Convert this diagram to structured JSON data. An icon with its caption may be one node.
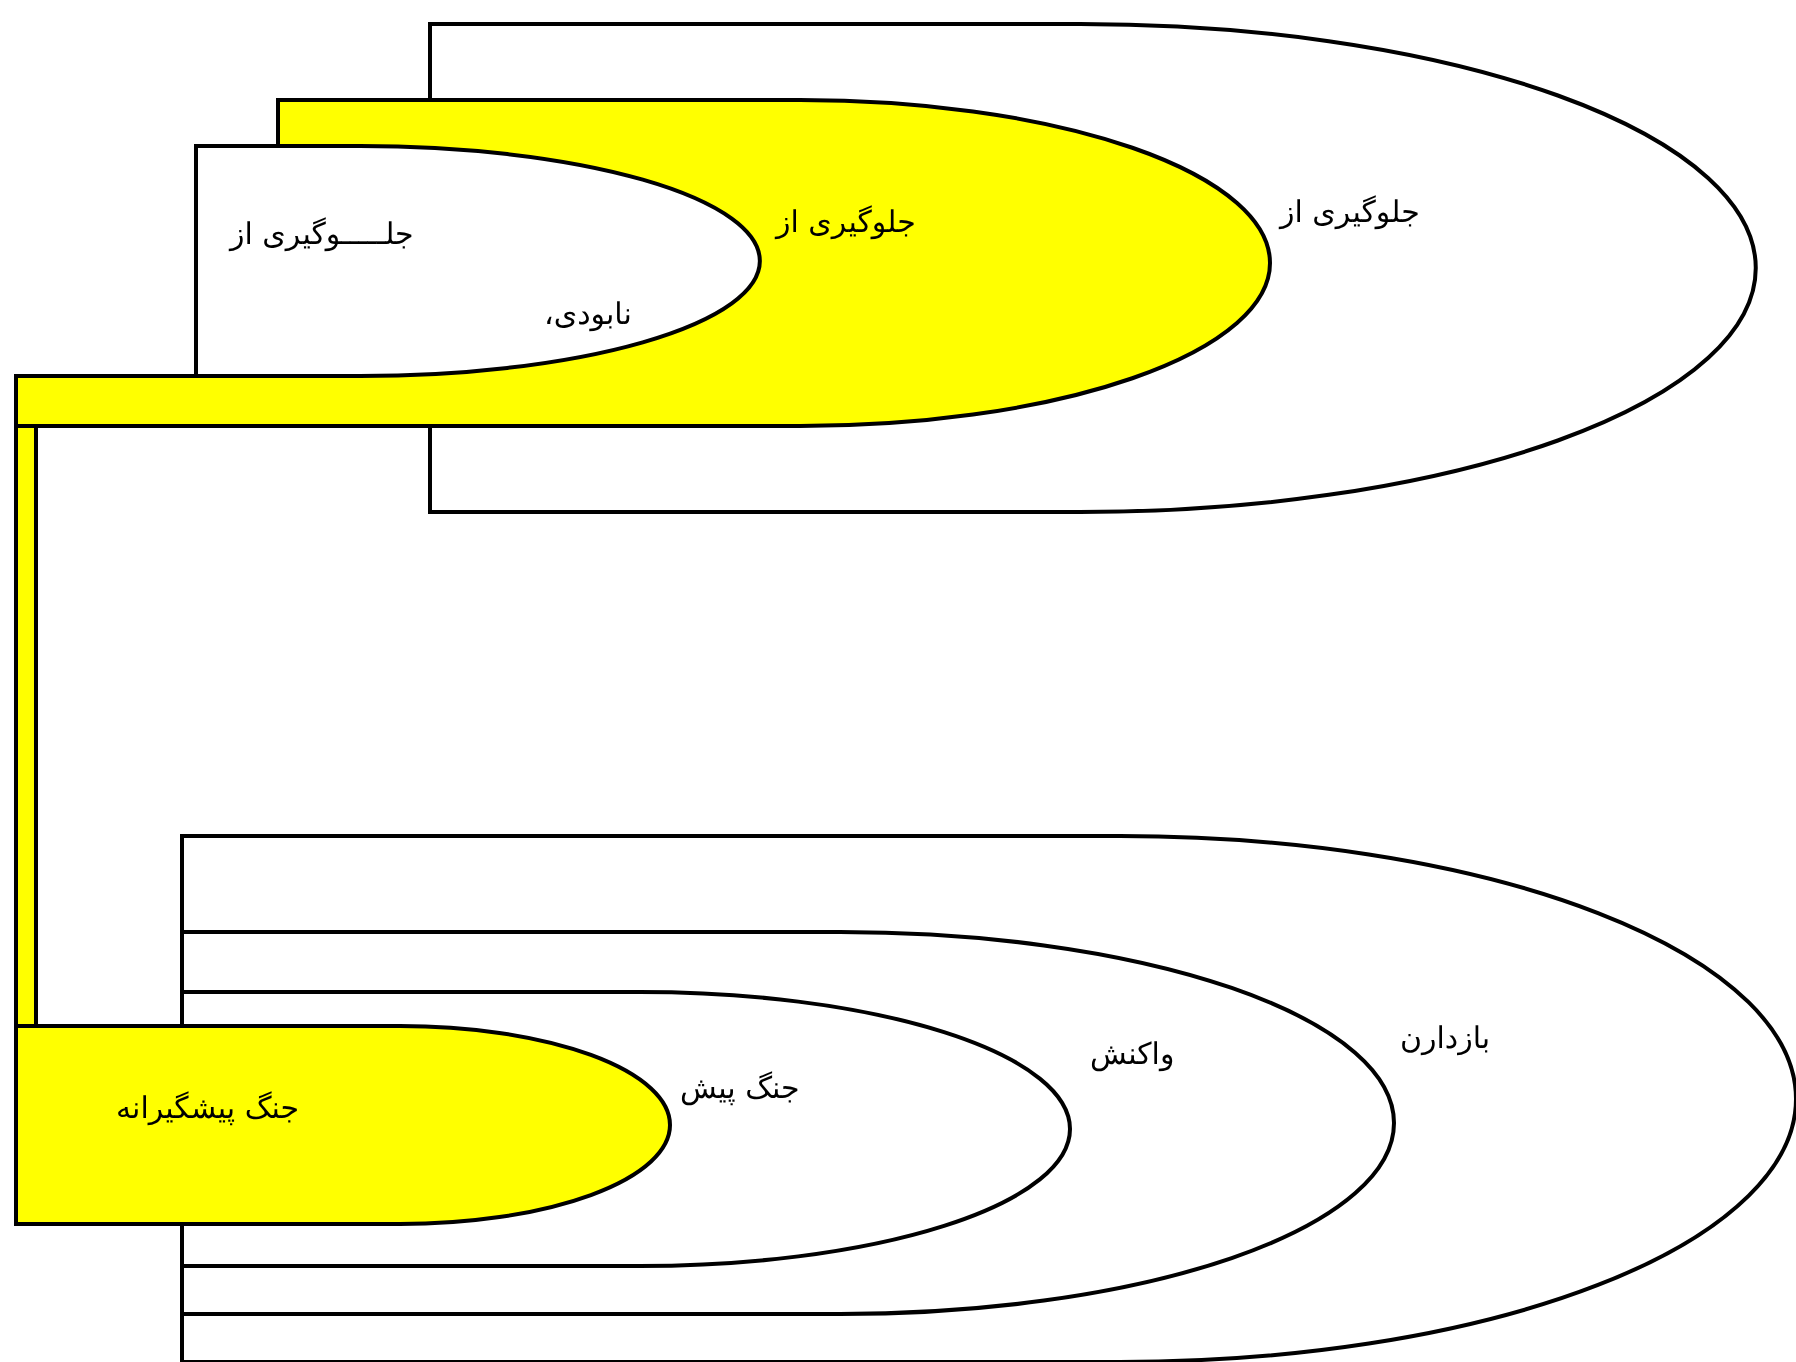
{
  "diagram": {
    "nodes": [
      {
        "text": [
          "جلوگیری از"
        ]
      },
      {
        "text": [
          "جلوگیری از"
        ]
      },
      {
        "text": [
          "جلـــــوگیری از",
          "نابودی،"
        ],
        "in": 1
      },
      {
        "text": [
          "بازدارن"
        ]
      },
      {
        "text": [
          "واکنش"
        ],
        "in": 3
      },
      {
        "text": [
          "جنگ پیش"
        ],
        "in": 4
      },
      {
        "text": [
          "جنگ پیشگیرانه"
        ]
      }
    ],
    "edges": [
      {
        "from": 1,
        "to": 6,
        "arrow": "none",
        "color": "#ffff00",
        "style": "thick"
      }
    ]
  }
}
